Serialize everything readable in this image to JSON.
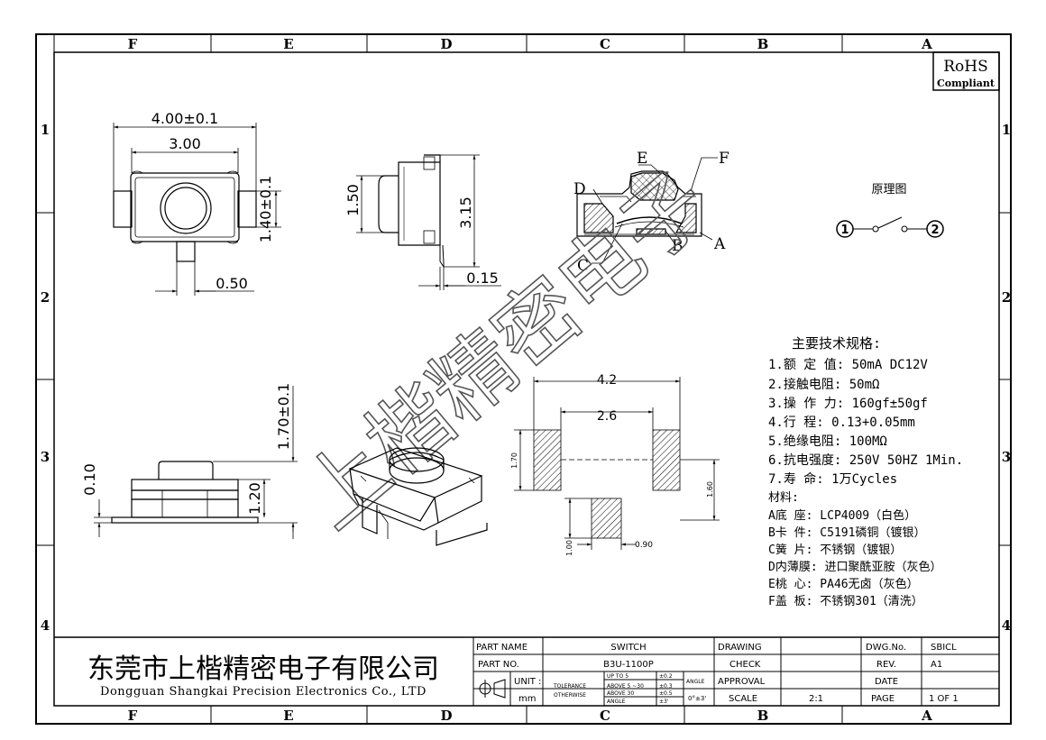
{
  "zones": {
    "columns": [
      "F",
      "E",
      "D",
      "C",
      "B",
      "A"
    ],
    "rows": [
      "1",
      "2",
      "3",
      "4"
    ]
  },
  "rohs": {
    "line1": "RoHS",
    "line2": "Compliant"
  },
  "top_view": {
    "overall_width": "4.00±0.1",
    "inner_width": "3.00",
    "height": "1.40±0.1",
    "terminal_width": "0.50"
  },
  "side_view": {
    "body_height": "1.50",
    "overall_height": "3.15",
    "thickness": "0.15"
  },
  "section_view": {
    "callouts": [
      "E",
      "F",
      "D",
      "C",
      "B",
      "A"
    ]
  },
  "schematic": {
    "title": "原理图",
    "pin1": "1",
    "pin2": "2"
  },
  "front_view": {
    "overall_height": "1.70±0.1",
    "body_height": "1.20",
    "base_height": "0.10"
  },
  "pad_layout": {
    "outer_width": "4.2",
    "inner_width": "2.6",
    "pad_height": "1.70",
    "pad_pitch": "1.60",
    "small_pad_height": "1.00",
    "small_pad_width": "0.90"
  },
  "specs": {
    "heading": "主要技术规格:",
    "items": [
      "1.额 定 值: 50mA DC12V",
      "2.接触电阻: 50mΩ",
      "3.操 作 力: 160gf±50gf",
      "4.行    程: 0.13+0.05mm",
      "5.绝缘电阻: 100MΩ",
      "6.抗电强度: 250V 50HZ 1Min.",
      "7.寿    命: 1万Cycles"
    ],
    "materials_heading": "材料:",
    "materials": [
      "A底  座:  LCP4009（白色）",
      "B卡  件:  C5191磷铜（镀银）",
      "C簧  片:  不锈钢（镀银）",
      "D内薄膜:  进口聚酰亚胺（灰色）",
      "E桃  心:  PA46无卤（灰色）",
      "F盖  板:  不锈钢301（清洗）"
    ]
  },
  "watermark": "上楷精密电子",
  "title_block": {
    "company_cn": "东莞市上楷精密电子有限公司",
    "company_en": "Dongguan Shangkai Precision Electronics Co., LTD",
    "part_name_label": "PART NAME",
    "part_name": "SWITCH",
    "part_no_label": "PART NO.",
    "part_no": "B3U-1100P",
    "unit_label": "UNIT :",
    "unit": "mm",
    "tolerance_label": "TOLERANCE",
    "otherwise_label": "OTHERWISE",
    "tol_rows": [
      {
        "range": "UP TO 5",
        "tol": "±0.2"
      },
      {
        "range": "ABOVE 5 ~30",
        "tol": "±0.3"
      },
      {
        "range": "ABOVE 30",
        "tol": "±0.5"
      }
    ],
    "angle_label": "ANGLE",
    "angle_row_label": "ANGLE",
    "angle_tol": "±3'",
    "angle_value": "0°±3'",
    "drawing_label": "DRAWING",
    "check_label": "CHECK",
    "approval_label": "APPROVAL",
    "scale_label": "SCALE",
    "scale": "2:1",
    "dwg_no_label": "DWG.No.",
    "dwg_no": "SBICL",
    "rev_label": "REV.",
    "rev": "A1",
    "date_label": "DATE",
    "page_label": "PAGE",
    "page": "1 OF 1"
  }
}
